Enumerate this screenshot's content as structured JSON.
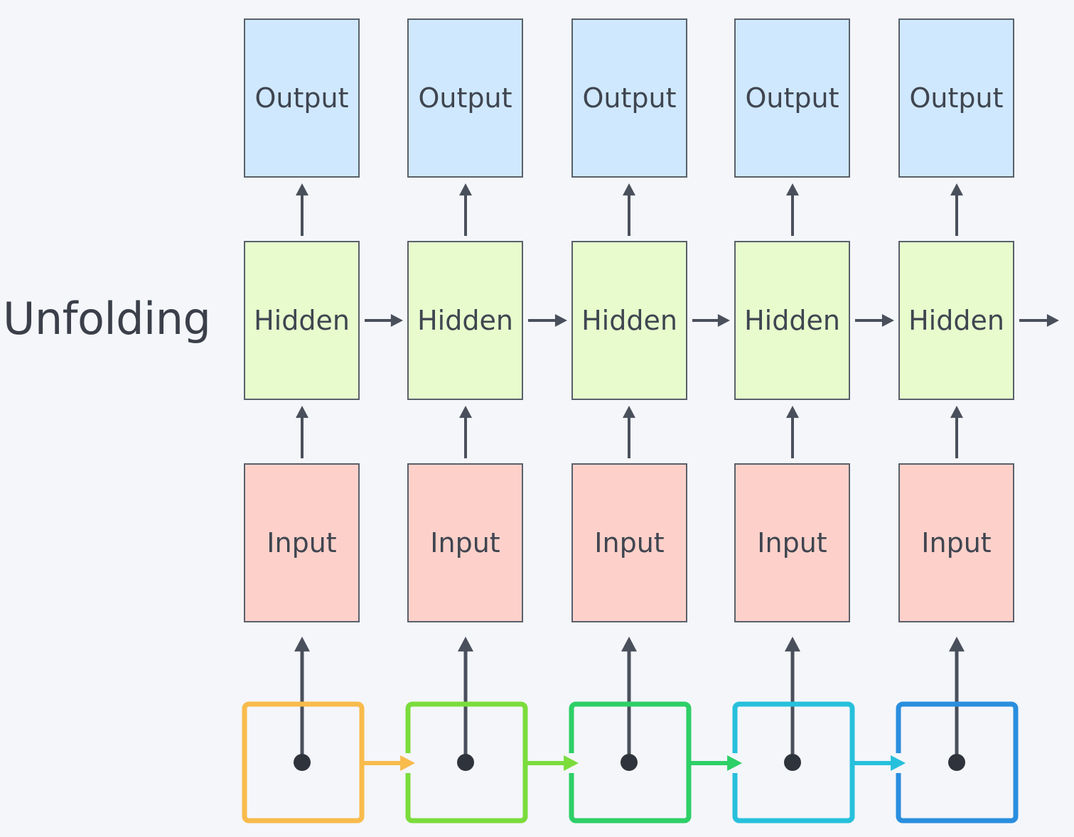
{
  "diagram": {
    "heading": "Unfolding",
    "columns": [
      {
        "output_label": "Output",
        "hidden_label": "Hidden",
        "input_label": "Input",
        "step_color": "#f8bb4c"
      },
      {
        "output_label": "Output",
        "hidden_label": "Hidden",
        "input_label": "Input",
        "step_color": "#7bdc3c"
      },
      {
        "output_label": "Output",
        "hidden_label": "Hidden",
        "input_label": "Input",
        "step_color": "#2ecf67"
      },
      {
        "output_label": "Output",
        "hidden_label": "Hidden",
        "input_label": "Input",
        "step_color": "#27c0dc"
      },
      {
        "output_label": "Output",
        "hidden_label": "Hidden",
        "input_label": "Input",
        "step_color": "#2a8ede"
      }
    ],
    "colors": {
      "output_fill": "#cfe8fd",
      "hidden_fill": "#e7fbcd",
      "input_fill": "#fdd1ca",
      "box_border": "#59606b",
      "arrow": "#4a505b",
      "text": "#3f4550",
      "background": "#f4f6fa"
    }
  }
}
